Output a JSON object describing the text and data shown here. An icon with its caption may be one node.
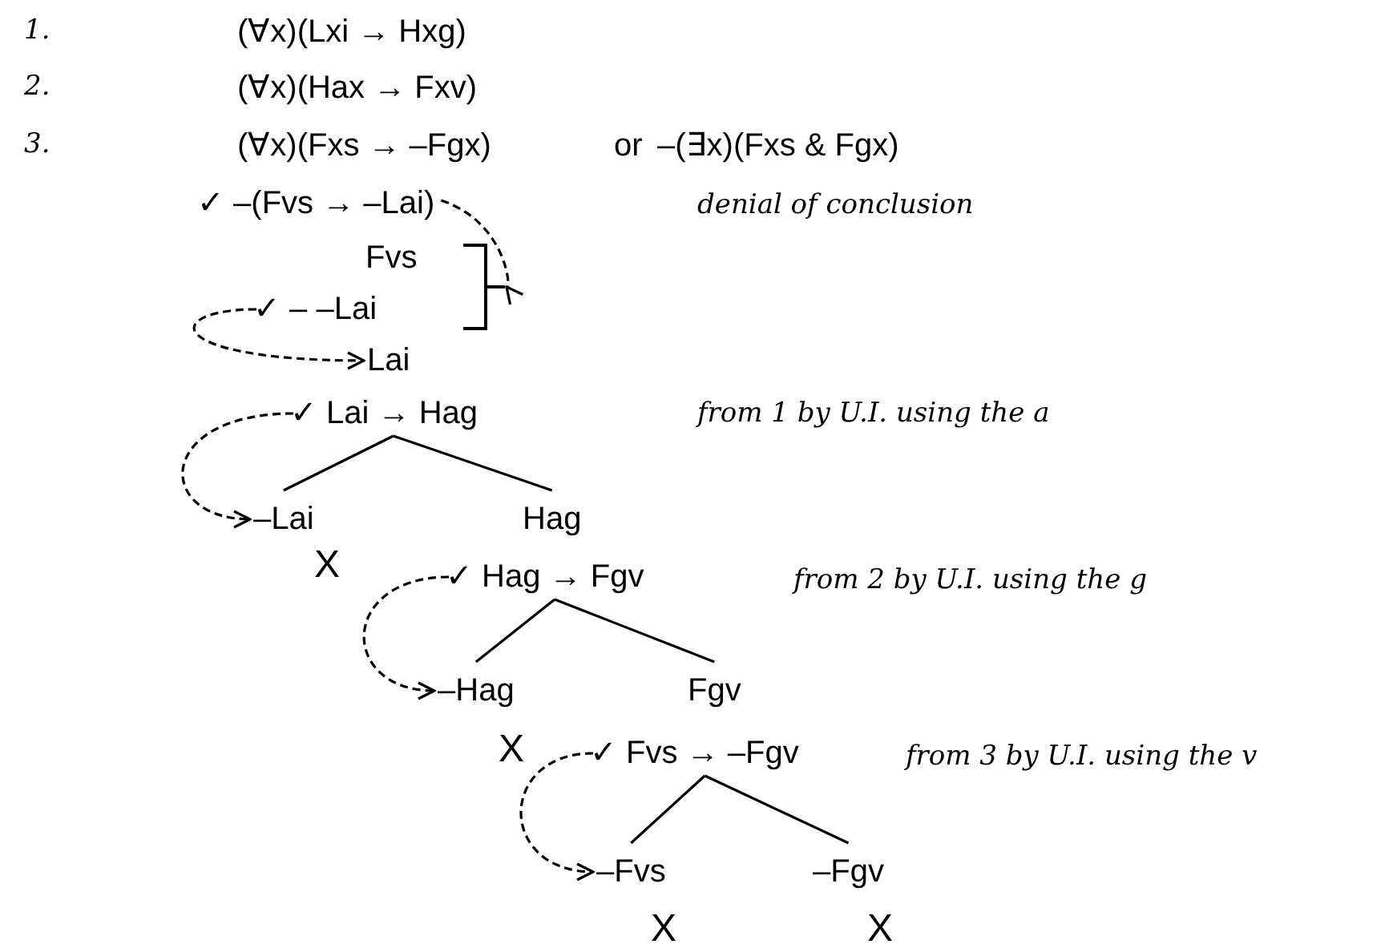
{
  "diagram": {
    "nodes": [
      {
        "text": [
          "✓ –(Fvs → –Lai)"
        ]
      },
      {
        "text": [
          "Fvs"
        ]
      },
      {
        "text": [
          "✓ – –Lai"
        ]
      },
      {
        "text": [],
        "shape": "bracket"
      },
      {
        "text": [
          "Lai"
        ]
      },
      {
        "text": [
          "✓ Lai → Hag"
        ]
      },
      {
        "text": [
          "–Lai"
        ],
        "beside": [
          "X"
        ]
      },
      {
        "text": [
          "Hag"
        ]
      },
      {
        "text": [
          "✓ Hag → Fgv"
        ]
      },
      {
        "text": [
          "–Hag"
        ],
        "beside": [
          "X"
        ]
      },
      {
        "text": [
          "Fgv"
        ]
      },
      {
        "text": [
          "✓ Fvs → –Fgv"
        ]
      },
      {
        "text": [
          "–Fvs"
        ],
        "beside": [
          "X"
        ]
      },
      {
        "text": [
          "–Fgv"
        ],
        "beside": [
          "X"
        ]
      }
    ],
    "edges": [
      {
        "from": 0,
        "to": 3,
        "arrow": "to",
        "style": "dashed"
      },
      {
        "from": 2,
        "to": 4,
        "arrow": "to",
        "style": "dashed"
      },
      {
        "from": 5,
        "to": 6,
        "arrow": "none"
      },
      {
        "from": 5,
        "to": 7,
        "arrow": "none"
      },
      {
        "from": 5,
        "to": 6,
        "arrow": "to",
        "style": "dashed"
      },
      {
        "from": 8,
        "to": 9,
        "arrow": "none"
      },
      {
        "from": 8,
        "to": 10,
        "arrow": "none"
      },
      {
        "from": 8,
        "to": 9,
        "arrow": "to",
        "style": "dashed"
      },
      {
        "from": 11,
        "to": 12,
        "arrow": "none"
      },
      {
        "from": 11,
        "to": 13,
        "arrow": "none"
      },
      {
        "from": 11,
        "to": 12,
        "arrow": "to",
        "style": "dashed"
      }
    ],
    "labels": [
      "1.",
      "(∀x)(Lxi → Hxg)",
      "2.",
      "(∀x)(Hax → Fxv)",
      "3.",
      "(∀x)(Fxs → –Fgx)",
      "or",
      "–(∃x)(Fxs & Fgx)",
      "denial of conclusion",
      "from 1 by U.I. using the a",
      "from 2 by U.I. using the g",
      "from 3 by U.I. using the v"
    ]
  }
}
